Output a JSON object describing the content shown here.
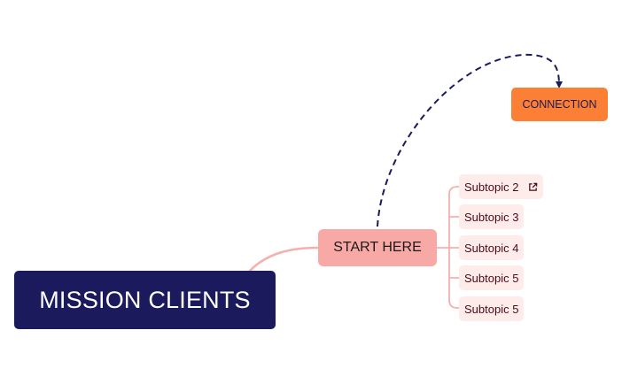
{
  "colors": {
    "root_bg": "#1b1a5c",
    "root_text": "#ffffff",
    "main_bg": "#f9a9a5",
    "main_text": "#1a1a1a",
    "floating_bg": "#fb7f35",
    "floating_text": "#1b1a5c",
    "sub_bg": "#fdecea",
    "sub_text": "#4a0c16",
    "branch_line": "#f5b0ad",
    "connection_line": "#1b1a5c"
  },
  "root": {
    "label": "MISSION CLIENTS"
  },
  "main_topic": {
    "label": "START HERE"
  },
  "floating_topic": {
    "label": "CONNECTION"
  },
  "subtopics": [
    {
      "label": "Subtopic 2",
      "icon": "external-link-icon"
    },
    {
      "label": "Subtopic 3"
    },
    {
      "label": "Subtopic 4"
    },
    {
      "label": "Subtopic 5"
    },
    {
      "label": "Subtopic 5"
    }
  ],
  "relationship": {
    "style": "dashed",
    "from": "START HERE",
    "to": "CONNECTION"
  }
}
